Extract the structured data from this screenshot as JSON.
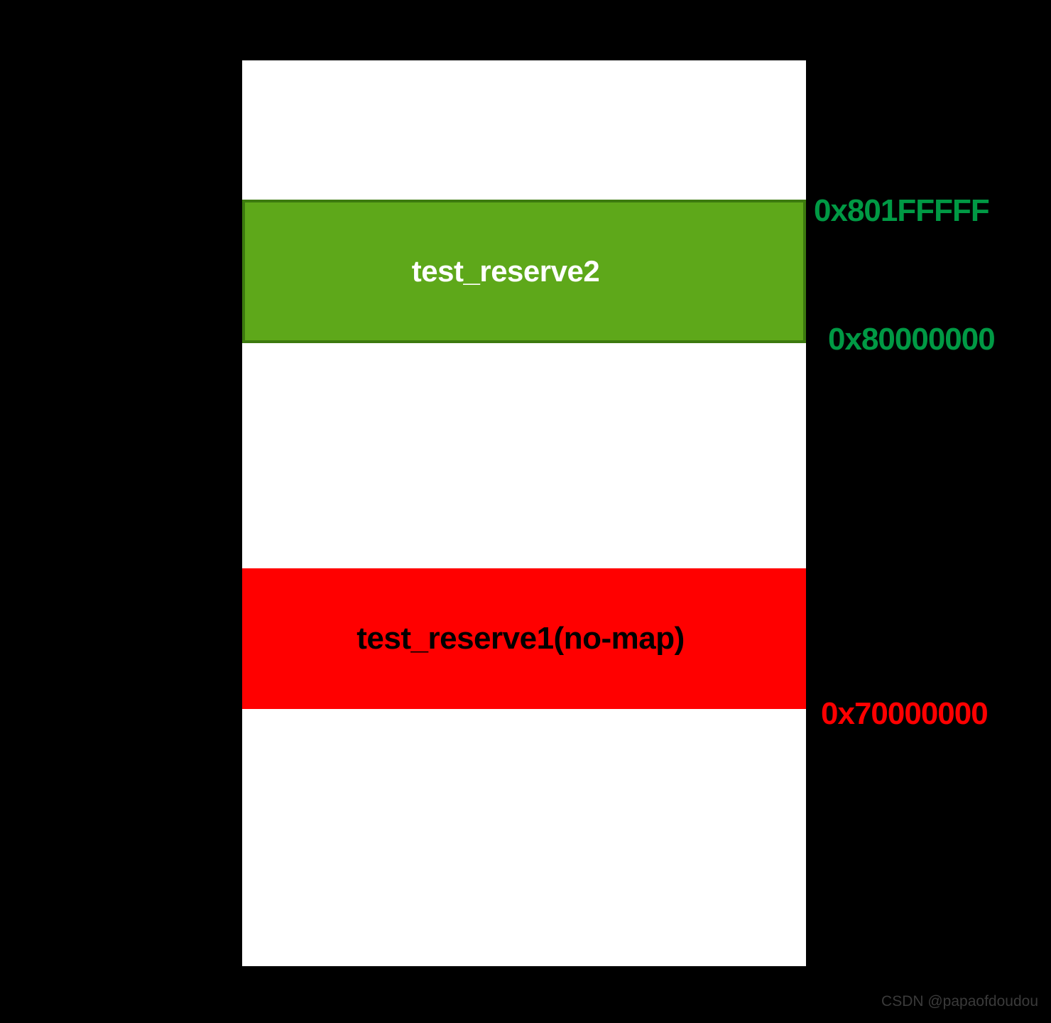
{
  "diagram": {
    "title": "memory-reservation-map",
    "background_color": "#000000",
    "column": {
      "name": "system-memory-column",
      "fill_color": "#ffffff"
    },
    "regions": [
      {
        "id": "test_reserve2",
        "label": "test_reserve2",
        "fill_color": "#5EA81A",
        "border_color": "#3C7A0F",
        "text_color": "#ffffff",
        "start_address": "0x80000000",
        "end_address": "0x801FFFFF"
      },
      {
        "id": "test_reserve1",
        "label": "test_reserve1(no-map)",
        "fill_color": "#FF0000",
        "border_color": "#FF0000",
        "text_color": "#000000",
        "start_address": "0x70000000",
        "end_address": ""
      }
    ],
    "address_labels": [
      {
        "id": "reserve2-end",
        "text": "0x801FFFFF",
        "color": "#009944"
      },
      {
        "id": "reserve2-start",
        "text": "0x80000000",
        "color": "#009944"
      },
      {
        "id": "reserve1-start",
        "text": "0x70000000",
        "color": "#FF0000"
      }
    ],
    "watermark": "CSDN @papaofdoudou"
  }
}
